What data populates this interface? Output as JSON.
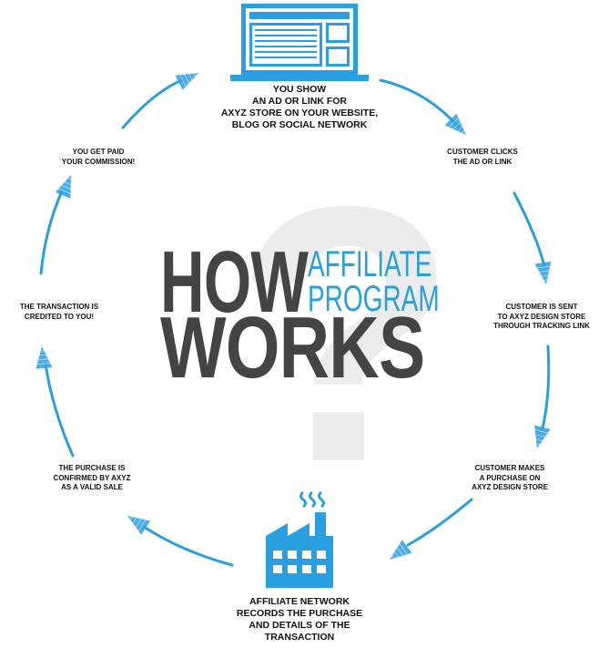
{
  "colors": {
    "accent": "#2a9fe0",
    "title": "#444444",
    "question_mark": "#ececec",
    "text": "#111111"
  },
  "title": {
    "line1": "HOW",
    "line2": "WORKS",
    "sub1": "AFFILIATE",
    "sub2": "PROGRAM"
  },
  "decoration": {
    "question_mark": "?"
  },
  "icons": {
    "top": "laptop-icon",
    "bottom": "factory-icon"
  },
  "steps": [
    "YOU SHOW\nAN AD OR LINK FOR\nAXYZ STORE ON YOUR WEBSITE,\nBLOG OR SOCIAL NETWORK",
    "CUSTOMER CLICKS\nTHE AD OR LINK",
    "CUSTOMER IS SENT\nTO AXYZ DESIGN STORE\nTHROUGH TRACKING LINK",
    "CUSTOMER MAKES\nA PURCHASE ON\nAXYZ DESIGN STORE",
    "AFFILIATE NETWORK\nRECORDS THE PURCHASE\nAND DETAILS OF THE\nTRANSACTION",
    "THE PURCHASE IS\nCONFIRMED BY AXYZ\nAS A VALID SALE",
    "THE TRANSACTION IS\nCREDITED TO YOU!",
    "YOU GET PAID\nYOUR COMMISSION!"
  ]
}
